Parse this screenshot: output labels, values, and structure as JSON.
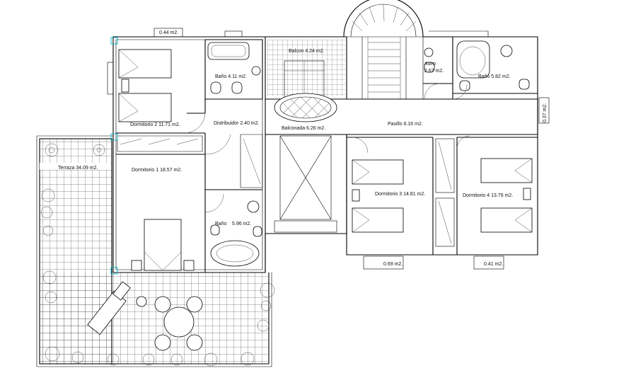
{
  "rooms": {
    "balcon_top_left": "0.44 m2.",
    "balcon_top": "Balcon  4.24 m2.",
    "dormitorio2": "Dormitorio 2   11.71  m2.",
    "bano1": "Baño   4.11  m2.",
    "distribuidor": "Distribuidor  2.40  m2.",
    "balconada": "Balconada   6.26  m2.",
    "aseo": "Aseo",
    "aseo_area": "2.67  m2.",
    "bano2": "Baño   5.82  m2.",
    "pasillo": "Pasillo  6.16  m2.",
    "side_balcon_right": "0.37 m2.",
    "terraza": "Terraza  34.09  m2.",
    "dormitorio1": "Dormitorio 1   18.57  m2.",
    "dormitorio3": "Dormitorio 3   14.81  m2.",
    "dormitorio4": "Dormitorio 4   13.76  m2.",
    "bano3": "Baño",
    "bano3_area": "5.96  m2.",
    "balcon_d3": "0.69  m2.",
    "balcon_d4": "0.41  m2."
  },
  "colors": {
    "line": "#000000",
    "marker": "#00b4c8",
    "background": "#ffffff"
  }
}
